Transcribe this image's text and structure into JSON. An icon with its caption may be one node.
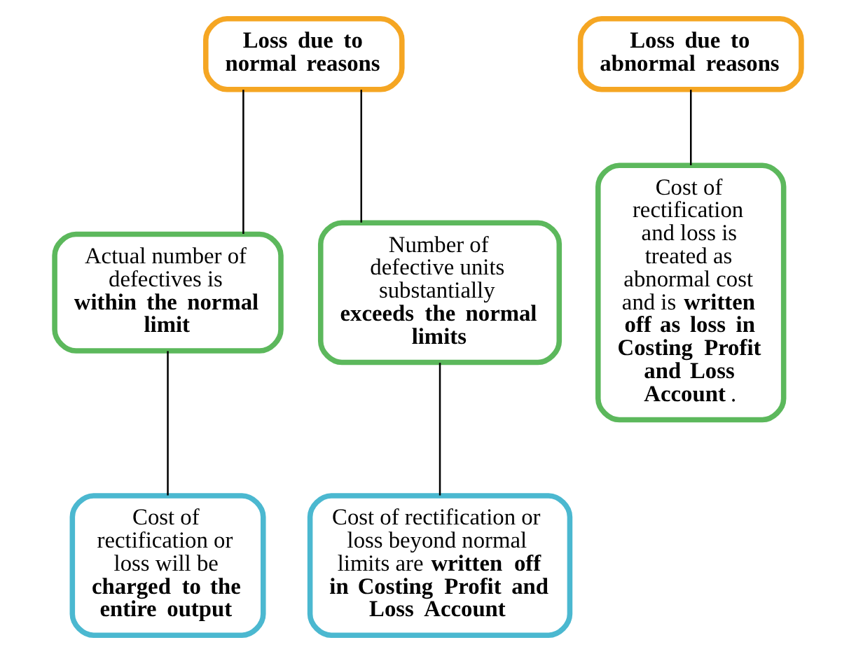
{
  "diagram": {
    "nodes": [
      {
        "text": [
          "**Loss due to normal reasons**"
        ]
      },
      {
        "text": [
          "**Loss due to abnormal reasons**"
        ]
      },
      {
        "text": [
          "Actual number of defectives is **within the normal limit**"
        ]
      },
      {
        "text": [
          "Number of defective units substantially **exceeds the normal limits**"
        ]
      },
      {
        "text": [
          "Cost of rectification and loss is treated as abnormal cost and is **written off as loss in Costing Profit and Loss Account**."
        ]
      },
      {
        "text": [
          "Cost of rectification or loss will be **charged to the entire output**"
        ]
      },
      {
        "text": [
          "Cost of rectification or loss beyond normal limits are **written off in Costing Profit and Loss Account**"
        ]
      }
    ],
    "edges": [
      {
        "from": 0,
        "to": 2,
        "arrow": "none"
      },
      {
        "from": 0,
        "to": 3,
        "arrow": "none"
      },
      {
        "from": 1,
        "to": 4,
        "arrow": "none"
      },
      {
        "from": 2,
        "to": 5,
        "arrow": "none"
      },
      {
        "from": 3,
        "to": 6,
        "arrow": "none"
      }
    ]
  }
}
